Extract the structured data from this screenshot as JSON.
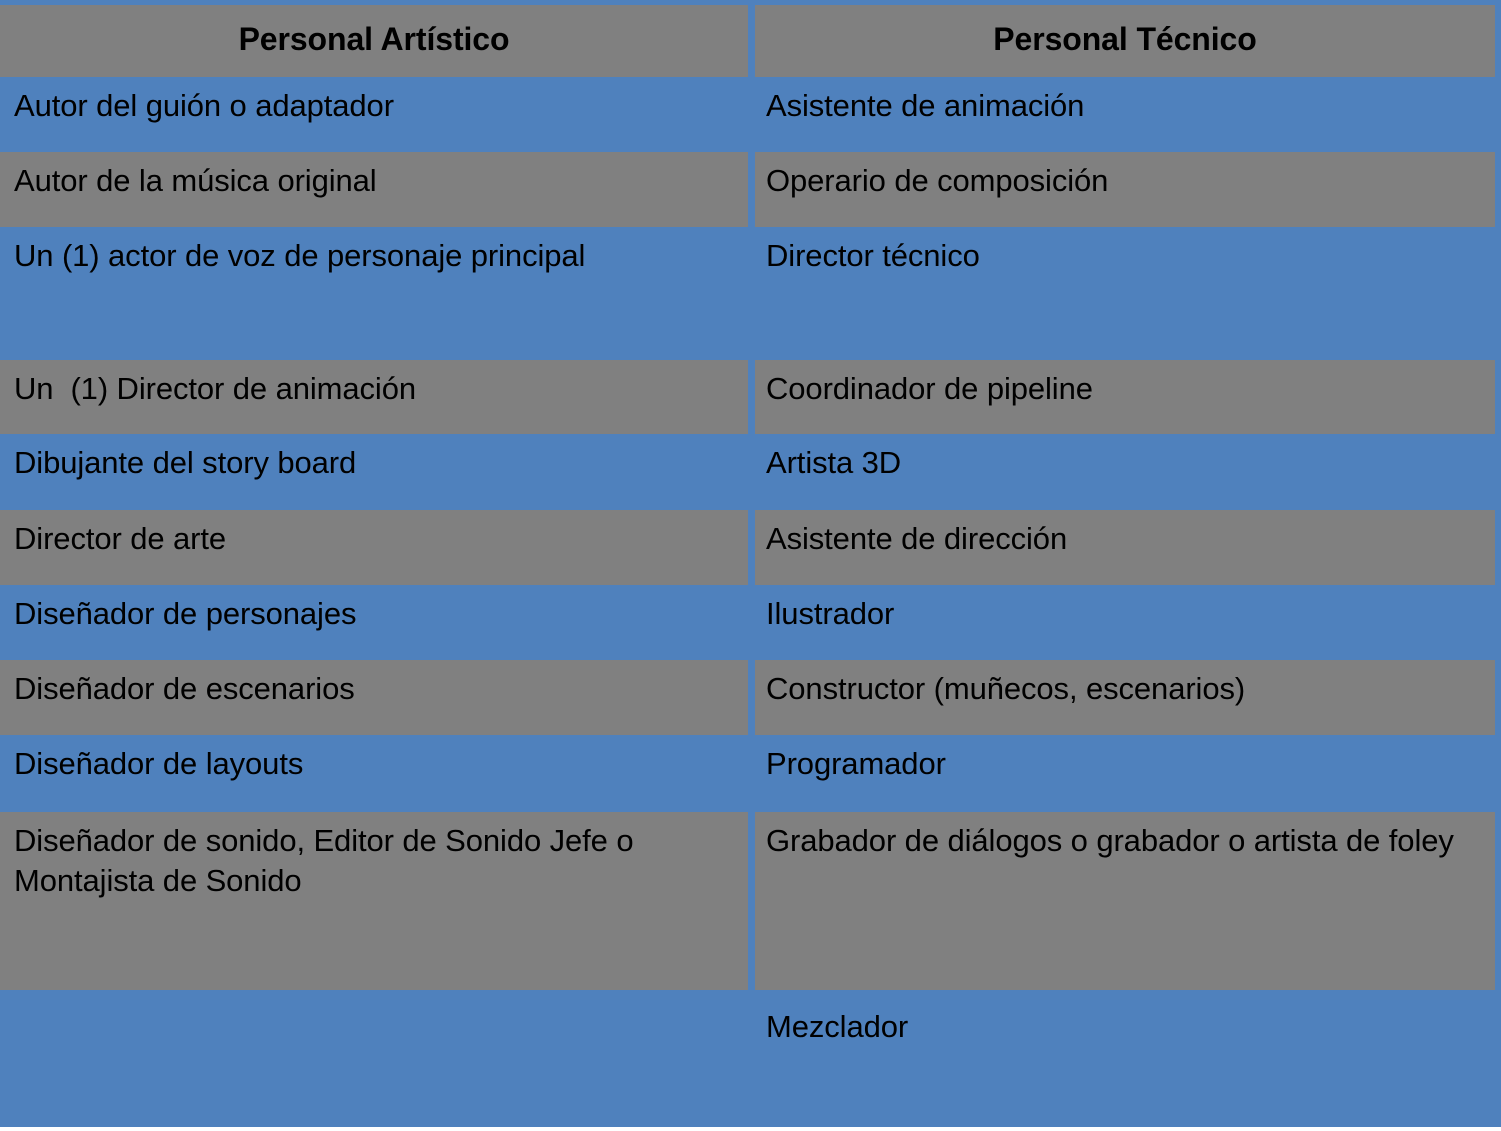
{
  "colors": {
    "accent_blue": "#4F81BD",
    "row_gray": "#808080",
    "text": "#000000",
    "page_background": "#FFFFFF"
  },
  "table": {
    "columns": [
      {
        "header": "Personal Artístico"
      },
      {
        "header": "Personal Técnico"
      }
    ],
    "rows": [
      {
        "artistico": "Autor del guión o adaptador",
        "tecnico": "Asistente de animación",
        "fill": "blue"
      },
      {
        "artistico": "Autor de la música original",
        "tecnico": "Operario de composición",
        "fill": "gray"
      },
      {
        "artistico": "Un (1) actor de voz de personaje principal",
        "tecnico": "Director técnico",
        "fill": "blue"
      },
      {
        "artistico": "Un  (1) Director de animación",
        "tecnico": "Coordinador de pipeline",
        "fill": "gray"
      },
      {
        "artistico": "Dibujante del story board",
        "tecnico": "Artista 3D",
        "fill": "blue"
      },
      {
        "artistico": "Director de arte",
        "tecnico": "Asistente de dirección",
        "fill": "gray"
      },
      {
        "artistico": "Diseñador de personajes",
        "tecnico": "Ilustrador",
        "fill": "blue"
      },
      {
        "artistico": "Diseñador de escenarios",
        "tecnico": "Constructor (muñecos, escenarios)",
        "fill": "gray"
      },
      {
        "artistico": "Diseñador de layouts",
        "tecnico": "Programador",
        "fill": "blue"
      },
      {
        "artistico": "Diseñador de sonido, Editor de Sonido Jefe o Montajista de Sonido",
        "tecnico": "Grabador de diálogos o grabador o artista de foley",
        "fill": "gray"
      },
      {
        "artistico": "",
        "tecnico": "Mezclador",
        "fill": "blue"
      }
    ]
  }
}
